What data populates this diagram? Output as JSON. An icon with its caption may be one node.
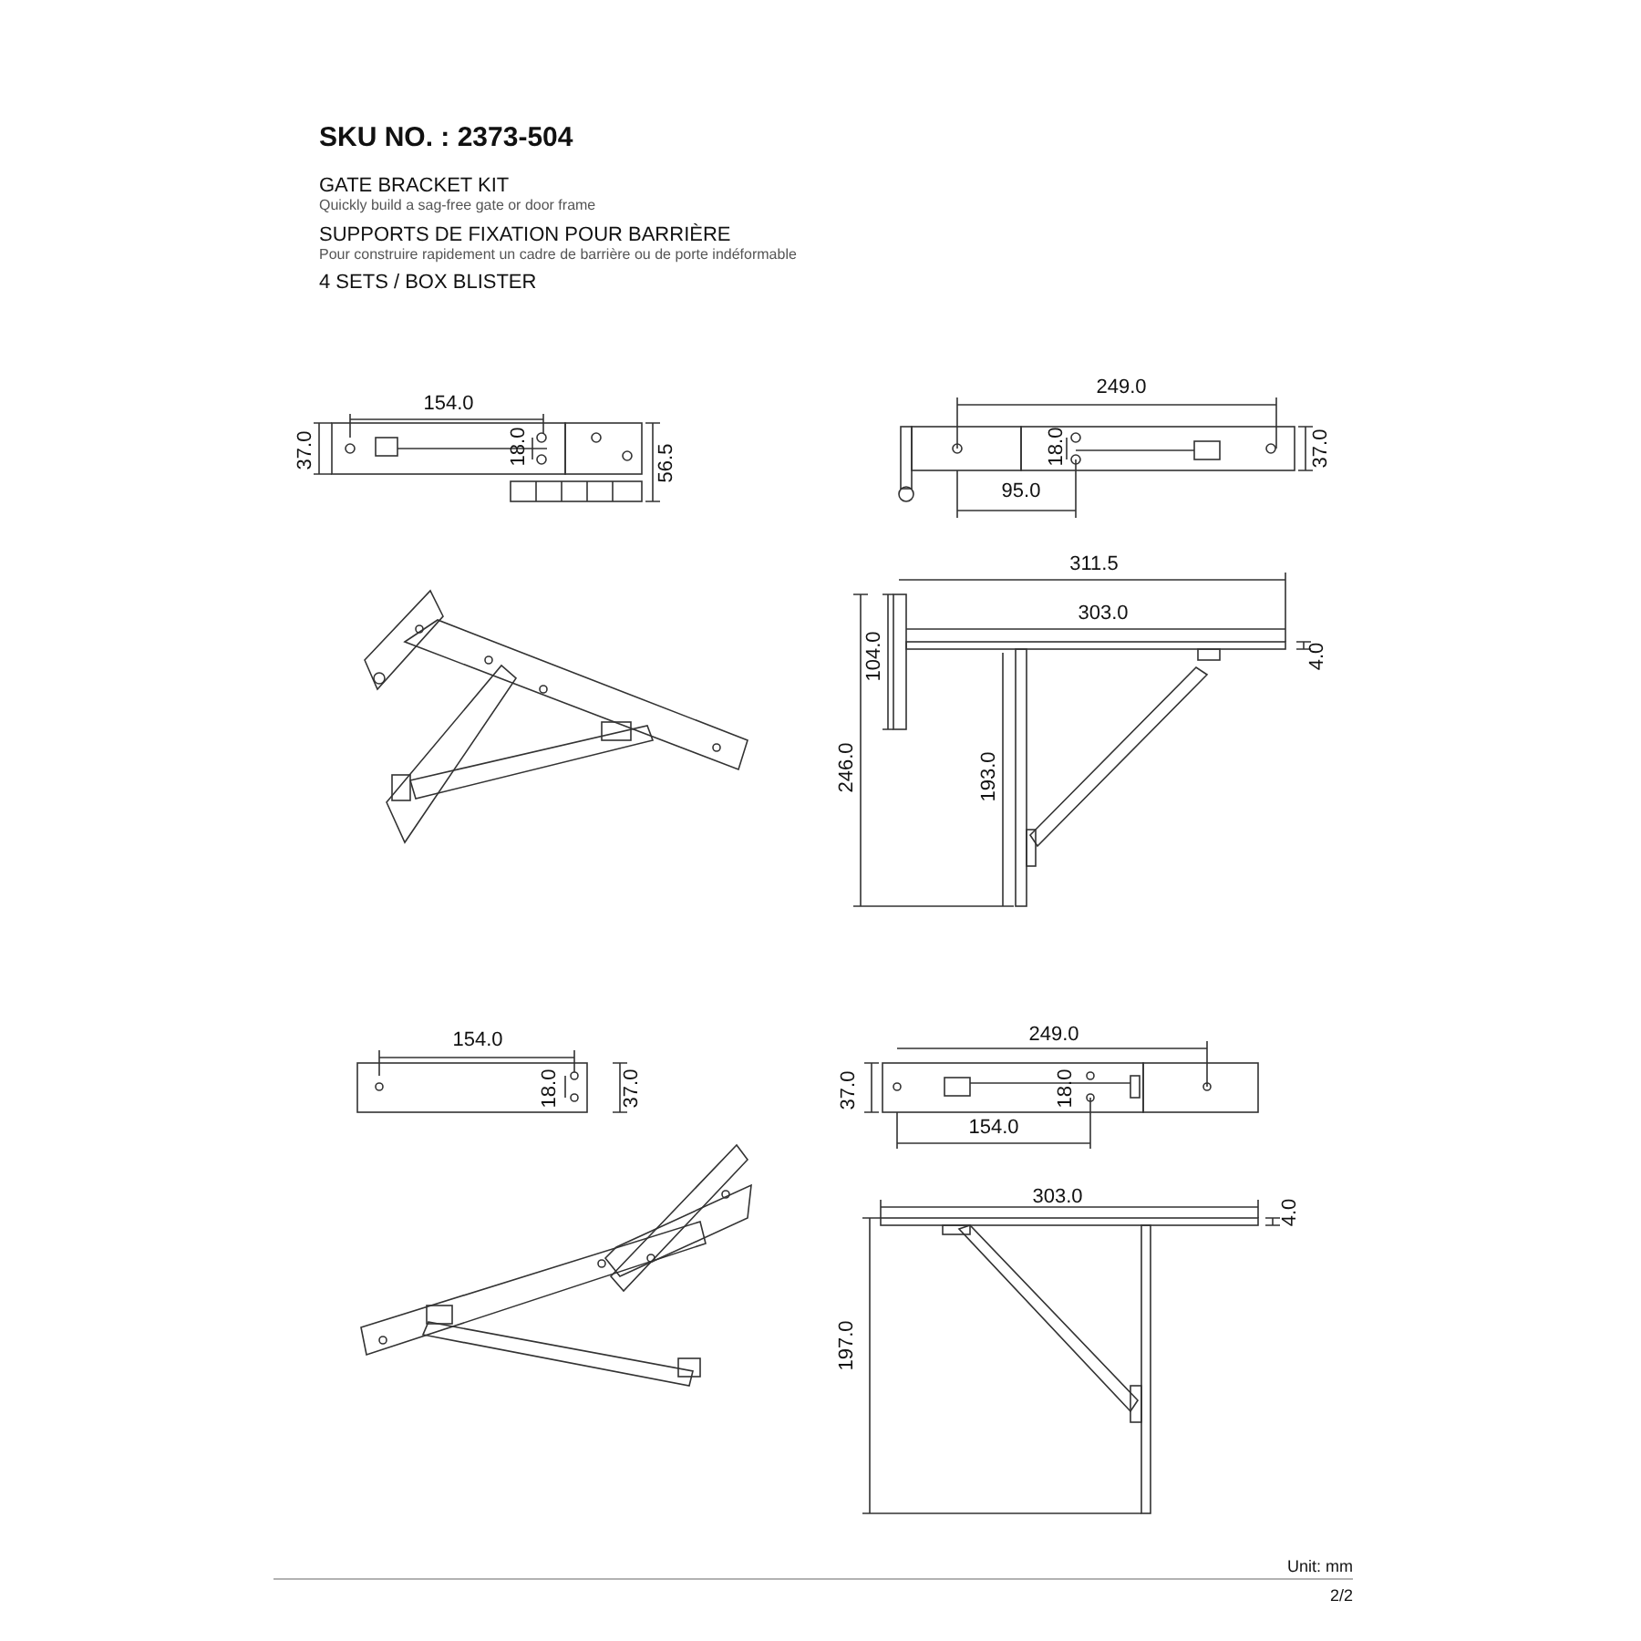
{
  "diagram": {
    "title": "SKU NO. : 2373-504",
    "labels": [
      "GATE BRACKET KIT",
      "Quickly build a sag-free gate or door frame",
      "SUPPORTS DE FIXATION POUR BARRIÈRE",
      "Pour construire rapidement un cadre de barrière ou de porte indéformable",
      "4 SETS / BOX BLISTER",
      "154.0",
      "37.0",
      "18.0",
      "56.5",
      "249.0",
      "18.0",
      "37.0",
      "95.0",
      "311.5",
      "303.0",
      "104.0",
      "4.0",
      "246.0",
      "193.0",
      "154.0",
      "18.0",
      "37.0",
      "249.0",
      "37.0",
      "18.0",
      "154.0",
      "303.0",
      "4.0",
      "197.0",
      "Unit: mm",
      "2/2"
    ]
  }
}
